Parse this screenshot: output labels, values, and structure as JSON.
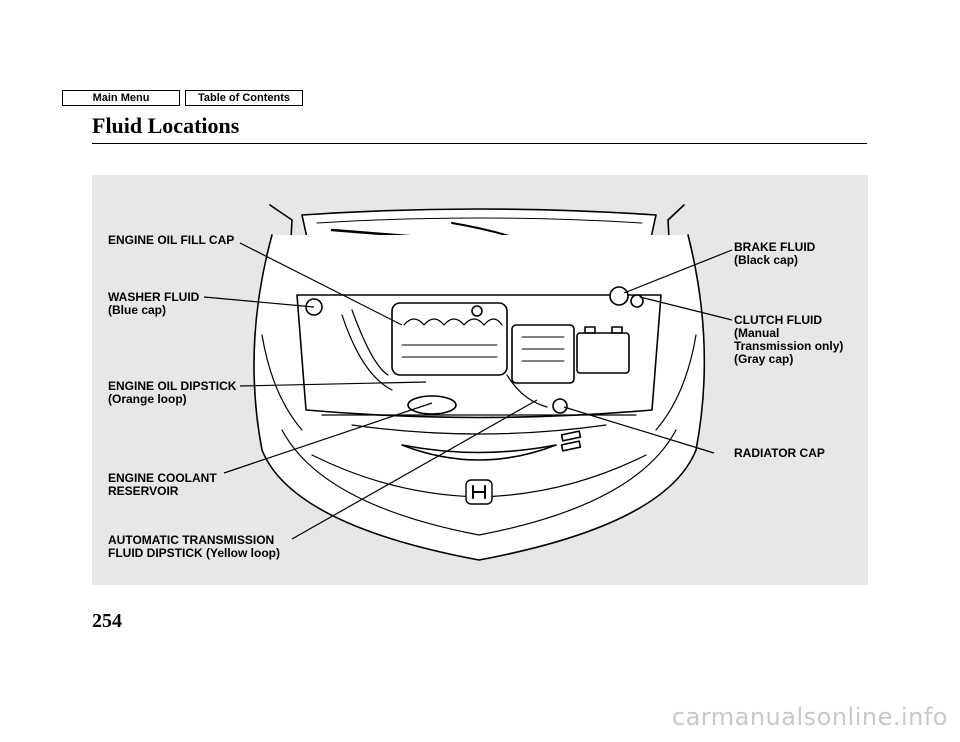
{
  "nav": {
    "main_menu": "Main Menu",
    "table_of_contents": "Table of Contents"
  },
  "page": {
    "title": "Fluid Locations",
    "number": "254"
  },
  "callouts": {
    "engine_oil_fill_cap": "ENGINE OIL FILL CAP",
    "washer_fluid": "WASHER FLUID\n(Blue cap)",
    "engine_oil_dipstick": "ENGINE OIL DIPSTICK\n(Orange loop)",
    "engine_coolant_reservoir": "ENGINE COOLANT\nRESERVOIR",
    "automatic_transmission": "AUTOMATIC TRANSMISSION\nFLUID DIPSTICK (Yellow loop)",
    "brake_fluid": "BRAKE FLUID\n(Black cap)",
    "clutch_fluid": "CLUTCH FLUID\n(Manual\nTransmission only)\n(Gray cap)",
    "radiator_cap": "RADIATOR CAP"
  },
  "watermark": "carmanualsonline.info"
}
